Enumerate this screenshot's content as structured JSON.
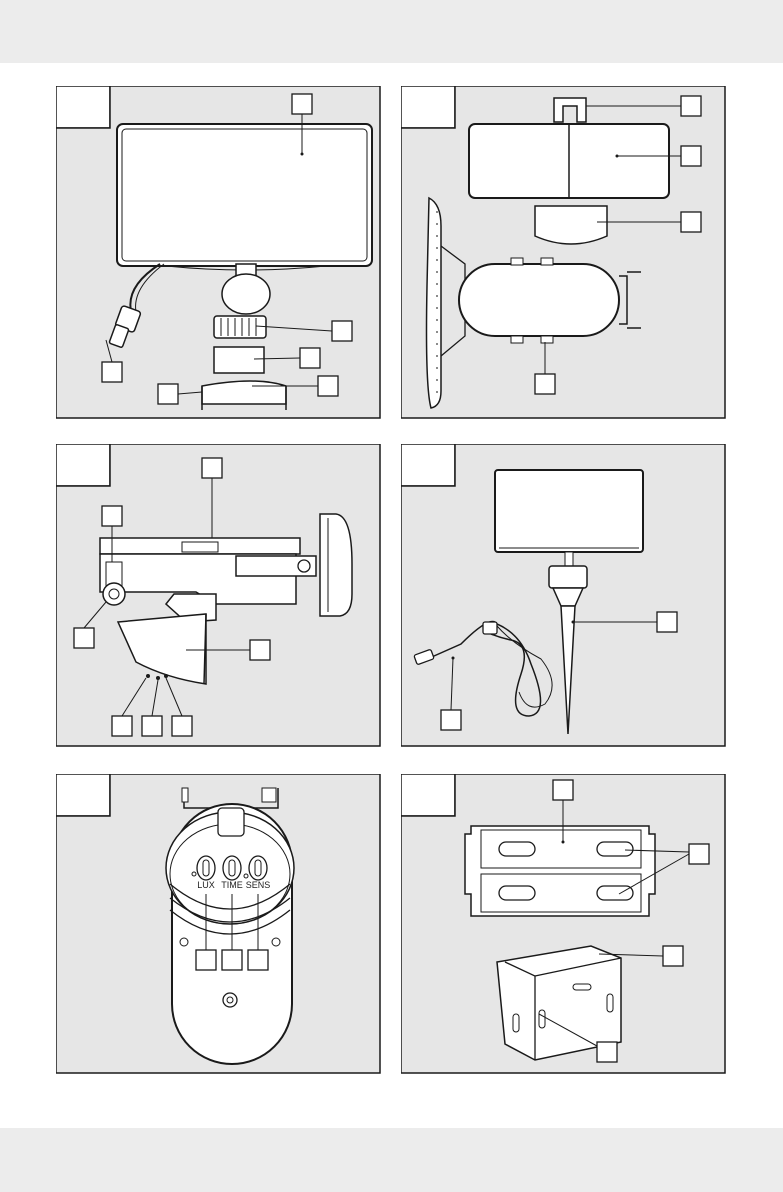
{
  "header_band": {},
  "footer_band": {},
  "panels": [
    {
      "id": "1",
      "title": ""
    },
    {
      "id": "2",
      "title": ""
    },
    {
      "id": "3",
      "title": ""
    },
    {
      "id": "4",
      "title": ""
    },
    {
      "id": "5",
      "title": "",
      "dial_labels": [
        "LUX",
        "TIME",
        "SENS"
      ]
    },
    {
      "id": "6",
      "title": ""
    }
  ],
  "colors": {
    "panel_fill": "#e6e6e6",
    "line": "#1a1a1a",
    "page": "#ffffff",
    "band": "#ececec"
  }
}
